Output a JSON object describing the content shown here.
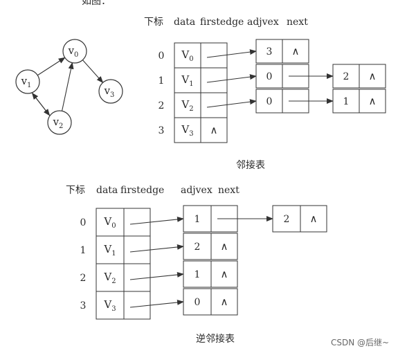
{
  "top_cut_text": "如图：",
  "graph": {
    "nodes": [
      {
        "id": "v0",
        "letter": "v",
        "sub": "0"
      },
      {
        "id": "v1",
        "letter": "v",
        "sub": "1"
      },
      {
        "id": "v2",
        "letter": "v",
        "sub": "2"
      },
      {
        "id": "v3",
        "letter": "v",
        "sub": "3"
      }
    ],
    "edges": [
      {
        "from": "v1",
        "to": "v0"
      },
      {
        "from": "v0",
        "to": "v3"
      },
      {
        "from": "v1",
        "to": "v2"
      },
      {
        "from": "v2",
        "to": "v1"
      },
      {
        "from": "v2",
        "to": "v0"
      }
    ]
  },
  "adjacency": {
    "header": {
      "index": "下标",
      "data": "data",
      "firstedge": "firstedge",
      "adjvex": "adjvex",
      "next": "next"
    },
    "caption": "邻接表",
    "rows": [
      {
        "index": "0",
        "letter": "V",
        "sub": "0",
        "nil": "",
        "list": [
          {
            "adjvex": "3",
            "nil": "∧"
          }
        ]
      },
      {
        "index": "1",
        "letter": "V",
        "sub": "1",
        "nil": "",
        "list": [
          {
            "adjvex": "0",
            "nil": ""
          },
          {
            "adjvex": "2",
            "nil": "∧"
          }
        ]
      },
      {
        "index": "2",
        "letter": "V",
        "sub": "2",
        "nil": "",
        "list": [
          {
            "adjvex": "0",
            "nil": ""
          },
          {
            "adjvex": "1",
            "nil": "∧"
          }
        ]
      },
      {
        "index": "3",
        "letter": "V",
        "sub": "3",
        "nil": "∧",
        "list": []
      }
    ]
  },
  "inverse": {
    "header": {
      "index": "下标",
      "data": "data",
      "firstedge": "firstedge",
      "adjvex": "adjvex",
      "next": "next"
    },
    "caption": "逆邻接表",
    "rows": [
      {
        "index": "0",
        "letter": "V",
        "sub": "0",
        "nil": "",
        "list": [
          {
            "adjvex": "1",
            "nil": ""
          },
          {
            "adjvex": "2",
            "nil": "∧"
          }
        ]
      },
      {
        "index": "1",
        "letter": "V",
        "sub": "1",
        "nil": "",
        "list": [
          {
            "adjvex": "2",
            "nil": "∧"
          }
        ]
      },
      {
        "index": "2",
        "letter": "V",
        "sub": "2",
        "nil": "",
        "list": [
          {
            "adjvex": "1",
            "nil": "∧"
          }
        ]
      },
      {
        "index": "3",
        "letter": "V",
        "sub": "3",
        "nil": "",
        "list": [
          {
            "adjvex": "0",
            "nil": "∧"
          }
        ]
      }
    ]
  },
  "watermark": "CSDN @后继~"
}
